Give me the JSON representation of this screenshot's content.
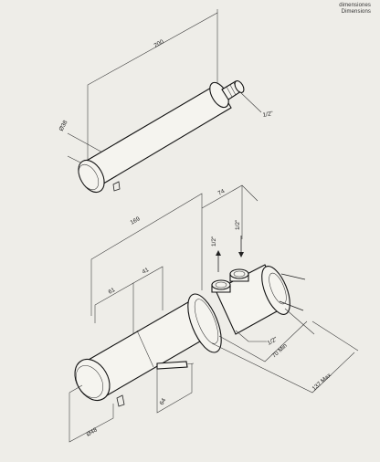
{
  "header": {
    "line1": "dimensiones",
    "line2": "Dimensions"
  },
  "top_view": {
    "length": "200",
    "diameter": "Ø38",
    "thread": "1/2\""
  },
  "bottom_view": {
    "total_length": "169",
    "depth": "74",
    "segment_a": "61",
    "segment_b": "41",
    "inlet_left": "1/2\"",
    "inlet_right": "1/2\"",
    "outlet": "1/2\"",
    "min_depth": "70 Min",
    "max_depth": "137 Max",
    "spout_height": "64",
    "diameter": "Ø48"
  }
}
